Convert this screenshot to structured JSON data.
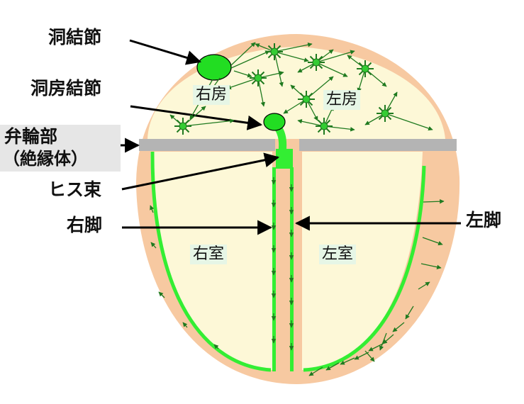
{
  "labels": {
    "sa_node": "洞結節",
    "av_node": "洞房結節",
    "valve_ring_line1": "弁輪部",
    "valve_ring_line2": "（絶縁体）",
    "his_bundle": "ヒス束",
    "right_bundle_branch": "右脚",
    "left_bundle_branch": "左脚",
    "right_atrium": "右房",
    "left_atrium": "左房",
    "right_ventricle": "右室",
    "left_ventricle": "左室"
  },
  "colors": {
    "heart_outer": "#f7c9a1",
    "heart_inner": "#fdf8d7",
    "conduction_green": "#33ee33",
    "node_green": "#22dd22",
    "arrow_green": "#1f7a1f",
    "valve_gray": "#b4b4b4",
    "label_bg_green": "#e6f6e6",
    "label_bg_gray": "#e6e6e6",
    "pointer_black": "#000000"
  }
}
